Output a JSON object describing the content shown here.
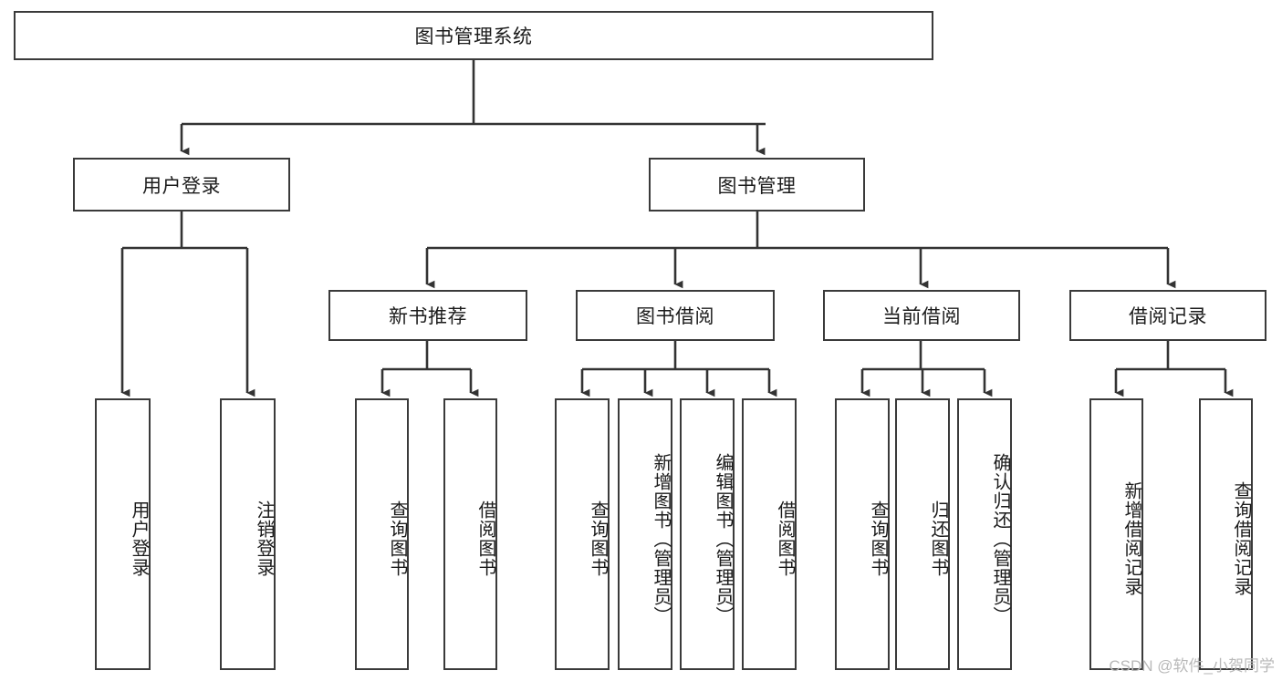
{
  "diagram": {
    "type": "tree",
    "title": "图书管理系统",
    "root": {
      "id": "root",
      "label": "图书管理系统",
      "children": [
        {
          "id": "user-login",
          "label": "用户登录",
          "children": [
            {
              "id": "user-login-do",
              "label": "用户登录"
            },
            {
              "id": "user-logout",
              "label": "注销登录"
            }
          ]
        },
        {
          "id": "book-manage",
          "label": "图书管理",
          "children": [
            {
              "id": "new-book-recommend",
              "label": "新书推荐",
              "children": [
                {
                  "id": "query-book-1",
                  "label": "查询图书"
                },
                {
                  "id": "borrow-book-1",
                  "label": "借阅图书"
                }
              ]
            },
            {
              "id": "book-borrow",
              "label": "图书借阅",
              "children": [
                {
                  "id": "query-book-2",
                  "label": "查询图书"
                },
                {
                  "id": "add-book",
                  "label": "新增图书（管理员）"
                },
                {
                  "id": "edit-book",
                  "label": "编辑图书（管理员）"
                },
                {
                  "id": "borrow-book-2",
                  "label": "借阅图书"
                }
              ]
            },
            {
              "id": "current-borrow",
              "label": "当前借阅",
              "children": [
                {
                  "id": "query-book-3",
                  "label": "查询图书"
                },
                {
                  "id": "return-book",
                  "label": "归还图书"
                },
                {
                  "id": "confirm-return",
                  "label": "确认归还（管理员）"
                }
              ]
            },
            {
              "id": "borrow-record",
              "label": "借阅记录",
              "children": [
                {
                  "id": "add-borrow-record",
                  "label": "新增借阅记录"
                },
                {
                  "id": "query-borrow-record",
                  "label": "查询借阅记录"
                }
              ]
            }
          ]
        }
      ]
    },
    "colors": {
      "background": "#ffffff",
      "box_border": "#3a3a3a",
      "box_fill": "#ffffff",
      "connector": "#333333",
      "text": "#1b1b1b",
      "watermark": "#b9b9b9"
    }
  },
  "watermark": {
    "text": "CSDN @软件_小贺同学"
  }
}
